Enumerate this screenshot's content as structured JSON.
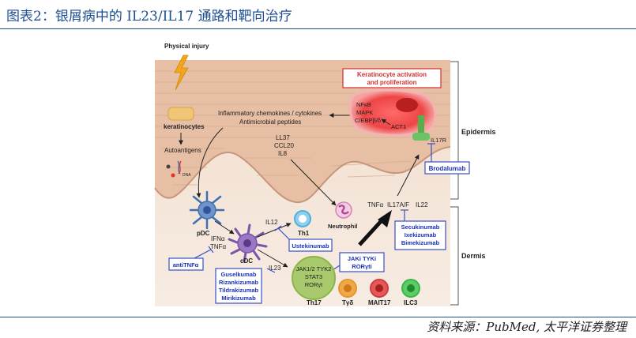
{
  "header": {
    "title": "图表2：银屑病中的 IL23/IL17 通路和靶向治疗"
  },
  "footer": {
    "source": "资料来源：PubMed, 太平洋证券整理"
  },
  "figure": {
    "physical_injury": "Physical injury",
    "keratinocytes": "keratinocytes",
    "autoantigens": "Autoantigens",
    "dna": "DNA",
    "chemokines_line1": "Inflammatory chemokines / cytokines",
    "chemokines_line2": "Antimicrobial peptides",
    "ll37": "LL37",
    "ccl20": "CCL20",
    "il8": "IL8",
    "activation_line1": "Keratinocyte activation",
    "activation_line2": "and proliferation",
    "nfkb": "NFκB",
    "mapk": "MAPK",
    "cebp": "C/EBPβ/δ",
    "act1": "ACT1",
    "il17r": "IL17R",
    "epidermis": "Epidermis",
    "dermis": "Dermis",
    "brodalumab": "Brodalumab",
    "pdc": "pDC",
    "ifna": "IFNα",
    "tnfa_small": "TNFα",
    "antitnfa": "antiTNFα",
    "cdc": "cDC",
    "il12": "IL12",
    "th1": "Th1",
    "ustekinumab": "Ustekinumab",
    "il23": "IL23",
    "il23_drugs": [
      "Guselkumab",
      "Rizankizumab",
      "Tildrakizumab",
      "Mirikizumab"
    ],
    "jak_line1": "JAKi TYKi",
    "jak_line2": "RORγti",
    "jak12": "JAK1/2 TYK2",
    "stat3": "STAT3",
    "rorgt": "RORγt",
    "th17": "Th17",
    "tgd": "Tγδ",
    "mait17": "MAIT17",
    "ilc3": "ILC3",
    "neutrophil": "Neutrophil",
    "tnfa": "TNFα",
    "il17af": "IL17A/F",
    "il22": "IL22",
    "il17_drugs": [
      "Secukinumab",
      "Ixekizumab",
      "Bimekizumab"
    ]
  },
  "colors": {
    "title_blue": "#1d4f91",
    "drug_text": "#1a33b5",
    "drug_border": "#3a4fc4",
    "activation_red": "#d32f2f",
    "skin_tan": "#e8c4ab",
    "dermis_bg": "#f6ebe2",
    "th1_blue": "#4fb0d9",
    "th17_green": "#8bb44a",
    "tgd_orange": "#e8942e",
    "mait_red": "#d23a3a",
    "ilc3_green": "#3cb54a",
    "pdc_blue": "#3e6fb0",
    "cdc_purple": "#7b55a8",
    "neutrophil_pink": "#d880b8",
    "lightning": "#f2a51a"
  }
}
